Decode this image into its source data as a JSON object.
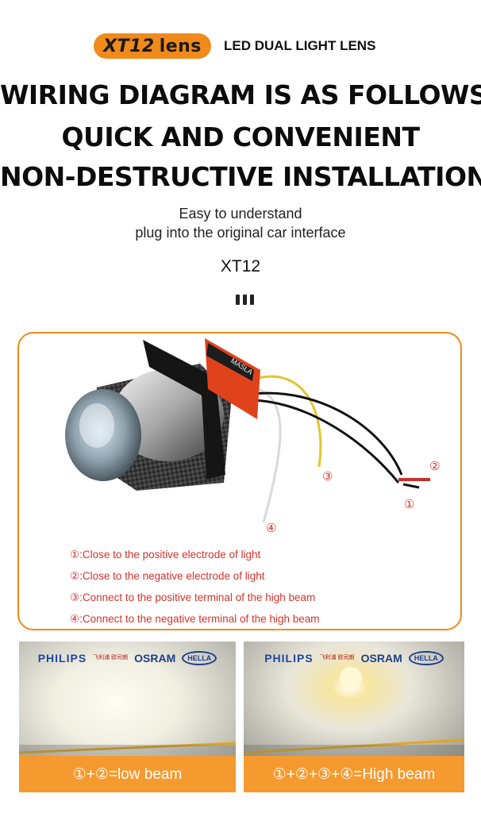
{
  "header": {
    "badge_model": "XT12",
    "badge_lens": "lens",
    "subtitle": "LED DUAL LIGHT LENS"
  },
  "headlines": [
    "WIRING DIAGRAM IS AS FOLLOWS",
    "QUICK AND CONVENIENT",
    "NON-DESTRUCTIVE INSTALLATION"
  ],
  "captions": [
    "Easy to understand",
    "plug into the original car interface"
  ],
  "model": "XT12",
  "diagram": {
    "housing_brand": "MASLA",
    "wire_markers": [
      "①",
      "②",
      "③",
      "④"
    ],
    "legend": [
      "①:Close to the positive electrode of light",
      "②:Close to the negative electrode of light",
      "③:Connect to the positive terminal of the high beam",
      "④:Connect to the negative terminal of the high beam"
    ]
  },
  "photos": [
    {
      "brands": {
        "philips": "PHILIPS",
        "osram": "OSRAM",
        "hella": "HELLA",
        "small": "飞利浦 欧司朗"
      },
      "caption": "①+②=low beam"
    },
    {
      "brands": {
        "philips": "PHILIPS",
        "osram": "OSRAM",
        "hella": "HELLA",
        "small": "飞利浦 欧司朗"
      },
      "caption": "①+②+③+④=High beam"
    }
  ],
  "colors": {
    "accent": "#f08a1c",
    "legend_red": "#d6332b",
    "caption_bar": "#f59a2f"
  }
}
